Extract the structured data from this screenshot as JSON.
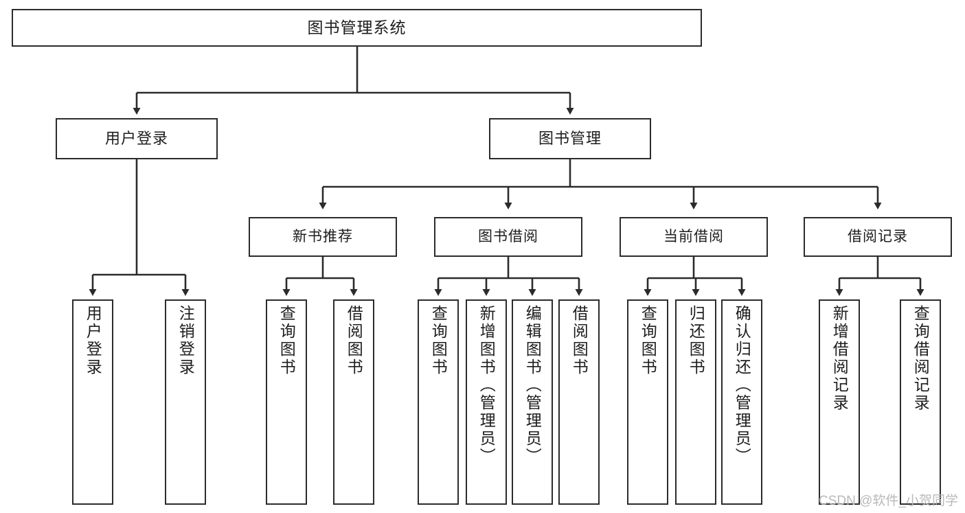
{
  "diagram": {
    "title": "图书管理系统",
    "type": "tree-hierarchy",
    "stroke_color": "#2b2b2b",
    "fill_color": "#ffffff",
    "text_color": "#1d1d1d"
  },
  "nodes": {
    "root": {
      "label": "图书管理系统"
    },
    "level2": [
      {
        "key": "user_login",
        "label": "用户登录"
      },
      {
        "key": "book_mgmt",
        "label": "图书管理"
      }
    ],
    "level3": [
      {
        "key": "new_book_rec",
        "label": "新书推荐"
      },
      {
        "key": "book_borrow",
        "label": "图书借阅"
      },
      {
        "key": "current_borrow",
        "label": "当前借阅"
      },
      {
        "key": "borrow_record",
        "label": "借阅记录"
      }
    ],
    "leaves": {
      "user_login": [
        {
          "key": "login",
          "label": "用户登录"
        },
        {
          "key": "logout",
          "label": "注销登录"
        }
      ],
      "new_book_rec": [
        {
          "key": "query_book_1",
          "label": "查询图书"
        },
        {
          "key": "borrow_book_1",
          "label": "借阅图书"
        }
      ],
      "book_borrow": [
        {
          "key": "query_book_2",
          "label": "查询图书"
        },
        {
          "key": "add_book",
          "label": "新增图书（管理员）"
        },
        {
          "key": "edit_book",
          "label": "编辑图书（管理员）"
        },
        {
          "key": "borrow_book_2",
          "label": "借阅图书"
        }
      ],
      "current_borrow": [
        {
          "key": "query_book_3",
          "label": "查询图书"
        },
        {
          "key": "return_book",
          "label": "归还图书"
        },
        {
          "key": "confirm_return",
          "label": "确认归还（管理员）"
        }
      ],
      "borrow_record": [
        {
          "key": "add_record",
          "label": "新增借阅记录"
        },
        {
          "key": "query_record",
          "label": "查询借阅记录"
        }
      ]
    }
  },
  "watermark": {
    "text": "CSDN @软件_小贺同学"
  }
}
